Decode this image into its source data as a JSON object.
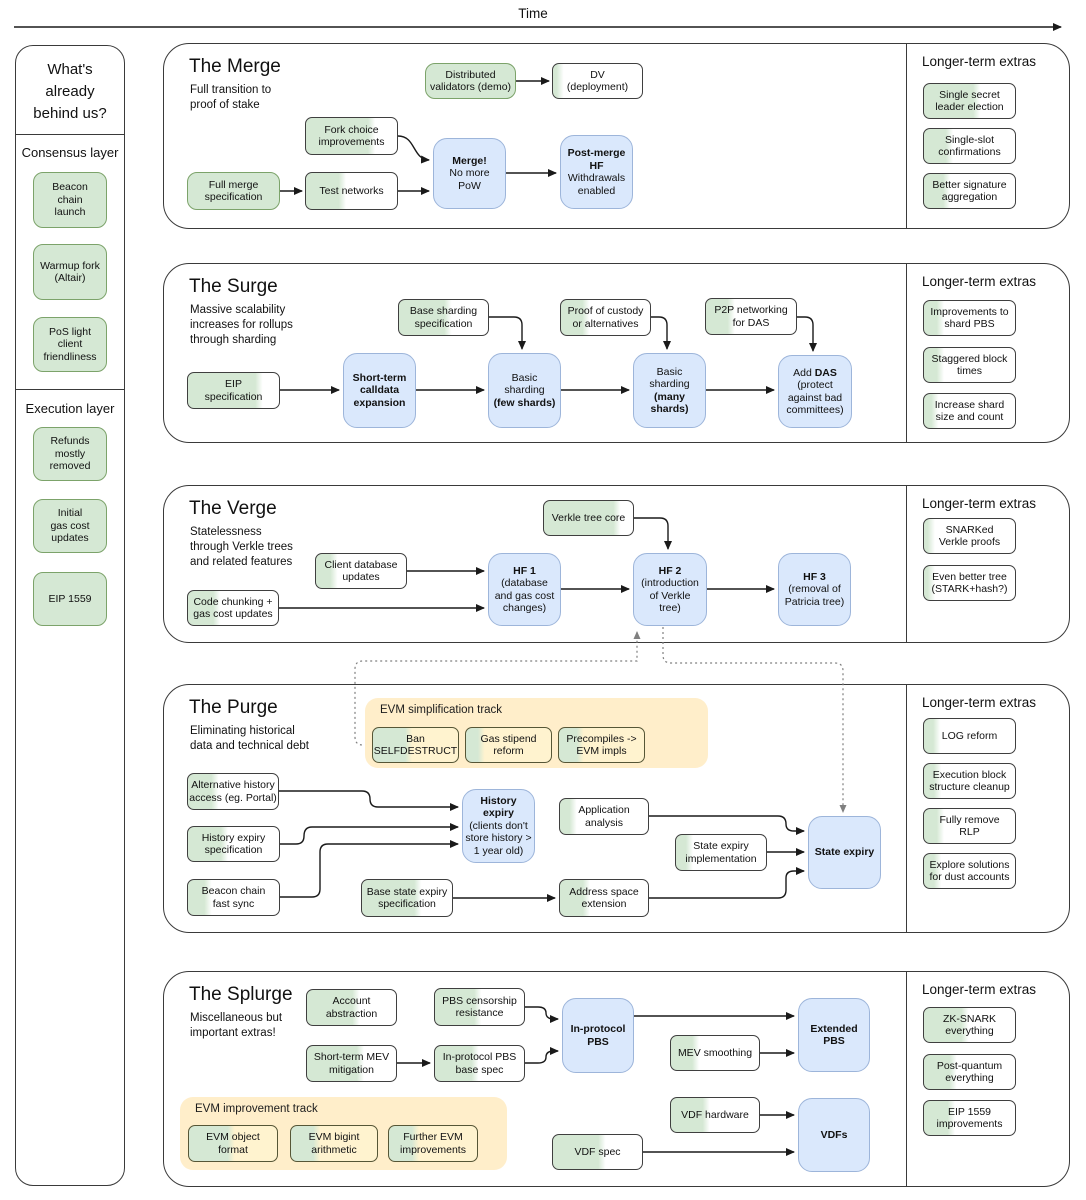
{
  "time_label": "Time",
  "sidebar": {
    "title": "What's\nalready\nbehind us?",
    "groups": [
      {
        "header": "Consensus layer",
        "items": [
          {
            "id": "beacon-chain-launch",
            "label": "Beacon\nchain\nlaunch"
          },
          {
            "id": "warmup-fork",
            "label": "Warmup fork\n(Altair)"
          },
          {
            "id": "pos-light-client",
            "label": "PoS light\nclient\nfriendliness"
          }
        ]
      },
      {
        "header": "Execution layer",
        "items": [
          {
            "id": "refunds-removed",
            "label": "Refunds\nmostly\nremoved"
          },
          {
            "id": "initial-gas-cost",
            "label": "Initial\ngas cost\nupdates"
          },
          {
            "id": "eip-1559",
            "label": "EIP 1559"
          }
        ]
      }
    ]
  },
  "sections": [
    {
      "id": "merge",
      "title": "The Merge",
      "subtitle": "Full transition to\nproof of stake",
      "extras_header": "Longer-term extras",
      "nodes": [
        {
          "id": "dv-demo",
          "label": "Distributed\nvalidators (demo)",
          "kind": "done",
          "progress": 100
        },
        {
          "id": "dv-deploy",
          "label": "DV\n(deployment)",
          "kind": "progress",
          "progress": 8
        },
        {
          "id": "fork-choice",
          "label": "Fork choice\nimprovements",
          "kind": "progress",
          "progress": 72
        },
        {
          "id": "full-merge-spec",
          "label": "Full merge\nspecification",
          "kind": "done",
          "progress": 100
        },
        {
          "id": "test-networks",
          "label": "Test networks",
          "kind": "progress",
          "progress": 40
        },
        {
          "id": "merge",
          "label": "**Merge!**\nNo more\nPoW",
          "kind": "milestone"
        },
        {
          "id": "post-merge-hf",
          "label": "**Post-merge**\n**HF**\nWithdrawals\nenabled",
          "kind": "milestone"
        }
      ],
      "extras": [
        {
          "id": "single-secret-leader",
          "label": "Single secret\nleader election",
          "progress": 58
        },
        {
          "id": "single-slot-confirmations",
          "label": "Single-slot\nconfirmations",
          "progress": 28
        },
        {
          "id": "better-signature-aggregation",
          "label": "Better signature\naggregation",
          "progress": 25
        }
      ]
    },
    {
      "id": "surge",
      "title": "The Surge",
      "subtitle": "Massive scalability\nincreases for rollups\nthrough sharding",
      "extras_header": "Longer-term extras",
      "nodes": [
        {
          "id": "base-sharding-spec",
          "label": "Base sharding\nspecification",
          "kind": "progress",
          "progress": 55
        },
        {
          "id": "proof-of-custody",
          "label": "Proof of custody\nor alternatives",
          "kind": "progress",
          "progress": 28
        },
        {
          "id": "p2p-das",
          "label": "P2P networking\nfor DAS",
          "kind": "progress",
          "progress": 28
        },
        {
          "id": "eip-spec",
          "label": "EIP\nspecification",
          "kind": "progress",
          "progress": 78
        },
        {
          "id": "short-term-calldata",
          "label": "**Short-term**\n**calldata**\n**expansion**",
          "kind": "milestone"
        },
        {
          "id": "basic-sharding-few",
          "label": "Basic\nsharding\n**(few shards)**",
          "kind": "milestone"
        },
        {
          "id": "basic-sharding-many",
          "label": "Basic\nsharding\n**(many**\n**shards)**",
          "kind": "milestone"
        },
        {
          "id": "add-das",
          "label": "Add **DAS**\n(protect\nagainst bad\ncommittees)",
          "kind": "milestone"
        }
      ],
      "extras": [
        {
          "id": "improvements-shard-pbs",
          "label": "Improvements to\nshard PBS",
          "progress": 18
        },
        {
          "id": "staggered-block-times",
          "label": "Staggered block\ntimes",
          "progress": 18
        },
        {
          "id": "increase-shard-size",
          "label": "Increase shard\nsize and count",
          "progress": 12
        }
      ]
    },
    {
      "id": "verge",
      "title": "The Verge",
      "subtitle": "Statelessness\nthrough Verkle trees\nand related features",
      "extras_header": "Longer-term extras",
      "nodes": [
        {
          "id": "verkle-tree-core",
          "label": "Verkle tree core",
          "kind": "progress",
          "progress": 82
        },
        {
          "id": "client-db-updates",
          "label": "Client database\nupdates",
          "kind": "progress",
          "progress": 20
        },
        {
          "id": "code-chunking",
          "label": "Code chunking +\ngas cost updates",
          "kind": "progress",
          "progress": 32
        },
        {
          "id": "hf1",
          "label": "**HF 1**\n(database\nand gas cost\nchanges)",
          "kind": "milestone"
        },
        {
          "id": "hf2",
          "label": "**HF 2**\n(introduction\nof Verkle\ntree)",
          "kind": "milestone"
        },
        {
          "id": "hf3",
          "label": "**HF 3**\n(removal of\nPatricia tree)",
          "kind": "milestone"
        }
      ],
      "extras": [
        {
          "id": "snarked-verkle-proofs",
          "label": "SNARKed\nVerkle proofs",
          "progress": 8
        },
        {
          "id": "even-better-tree",
          "label": "Even better tree\n(STARK+hash?)",
          "progress": 8
        }
      ]
    },
    {
      "id": "purge",
      "title": "The Purge",
      "subtitle": "Eliminating historical\ndata and technical debt",
      "extras_header": "Longer-term extras",
      "tracks": [
        {
          "id": "evm-simplification-track",
          "label": "EVM simplification track",
          "items": [
            {
              "id": "ban-selfdestruct",
              "label": "Ban\nSELFDESTRUCT",
              "kind": "track",
              "progress": 42
            },
            {
              "id": "gas-stipend",
              "label": "Gas stipend\nreform",
              "kind": "track",
              "progress": 18
            },
            {
              "id": "precompiles",
              "label": "Precompiles ->\nEVM impls",
              "kind": "track",
              "progress": 25
            }
          ]
        }
      ],
      "nodes": [
        {
          "id": "alt-history-access",
          "label": "Alternative history\naccess (eg. Portal)",
          "kind": "progress",
          "progress": 30
        },
        {
          "id": "history-expiry-spec",
          "label": "History expiry\nspecification",
          "kind": "progress",
          "progress": 40
        },
        {
          "id": "beacon-fast-sync",
          "label": "Beacon chain\nfast sync",
          "kind": "progress",
          "progress": 22
        },
        {
          "id": "base-state-expiry-spec",
          "label": "Base state expiry\nspecification",
          "kind": "progress",
          "progress": 62
        },
        {
          "id": "history-expiry",
          "label": "**History**\n**expiry**\n(clients don't\nstore history >\n1 year old)",
          "kind": "milestone"
        },
        {
          "id": "application-analysis",
          "label": "Application\nanalysis",
          "kind": "progress",
          "progress": 15
        },
        {
          "id": "state-expiry-impl",
          "label": "State expiry\nimplementation",
          "kind": "progress",
          "progress": 15
        },
        {
          "id": "address-space-ext",
          "label": "Address space\nextension",
          "kind": "progress",
          "progress": 30
        },
        {
          "id": "state-expiry",
          "label": "**State expiry**",
          "kind": "milestone"
        }
      ],
      "extras": [
        {
          "id": "log-reform",
          "label": "LOG reform",
          "progress": 14
        },
        {
          "id": "execution-block-cleanup",
          "label": "Execution block\nstructure cleanup",
          "progress": 15
        },
        {
          "id": "fully-remove-rlp",
          "label": "Fully remove\nRLP",
          "progress": 18
        },
        {
          "id": "dust-accounts",
          "label": "Explore solutions\nfor dust accounts",
          "progress": 15
        }
      ]
    },
    {
      "id": "splurge",
      "title": "The Splurge",
      "subtitle": "Miscellaneous but\nimportant extras!",
      "extras_header": "Longer-term extras",
      "tracks": [
        {
          "id": "evm-improvement-track",
          "label": "EVM improvement track",
          "items": [
            {
              "id": "evm-object-format",
              "label": "EVM object\nformat",
              "kind": "track",
              "progress": 48
            },
            {
              "id": "evm-bigint",
              "label": "EVM bigint\narithmetic",
              "kind": "track",
              "progress": 30
            },
            {
              "id": "further-evm",
              "label": "Further EVM\nimprovements",
              "kind": "track",
              "progress": 30
            }
          ]
        }
      ],
      "nodes": [
        {
          "id": "account-abstraction",
          "label": "Account\nabstraction",
          "kind": "progress",
          "progress": 55
        },
        {
          "id": "pbs-censorship",
          "label": "PBS censorship\nresistance",
          "kind": "progress",
          "progress": 48
        },
        {
          "id": "short-term-mev",
          "label": "Short-term MEV\nmitigation",
          "kind": "progress",
          "progress": 60
        },
        {
          "id": "in-protocol-pbs-base",
          "label": "In-protocol PBS\nbase spec",
          "kind": "progress",
          "progress": 45
        },
        {
          "id": "in-protocol-pbs",
          "label": "**In-protocol**\n**PBS**",
          "kind": "milestone"
        },
        {
          "id": "mev-smoothing",
          "label": "MEV smoothing",
          "kind": "progress",
          "progress": 28
        },
        {
          "id": "extended-pbs",
          "label": "**Extended**\n**PBS**",
          "kind": "milestone"
        },
        {
          "id": "vdf-hardware",
          "label": "VDF hardware",
          "kind": "progress",
          "progress": 40
        },
        {
          "id": "vdf-spec",
          "label": "VDF spec",
          "kind": "progress",
          "progress": 55
        },
        {
          "id": "vdfs",
          "label": "**VDFs**",
          "kind": "milestone"
        }
      ],
      "extras": [
        {
          "id": "zk-snark-everything",
          "label": "ZK-SNARK\neverything",
          "progress": 45
        },
        {
          "id": "post-quantum-everything",
          "label": "Post-quantum\neverything",
          "progress": 32
        },
        {
          "id": "eip-1559-improvements",
          "label": "EIP 1559\nimprovements",
          "progress": 30
        }
      ]
    }
  ],
  "colors": {
    "progress_green": "#d5e8d4",
    "done_border": "#7ca36a",
    "milestone_fill": "#dae8fc",
    "milestone_border": "#9db5da",
    "track_fill": "#ffeeca",
    "track_item_fill": "#fff3cf",
    "outline": "#3a3a3a",
    "arrow": "#1a1a1a",
    "dotted_arrow": "#808080"
  }
}
